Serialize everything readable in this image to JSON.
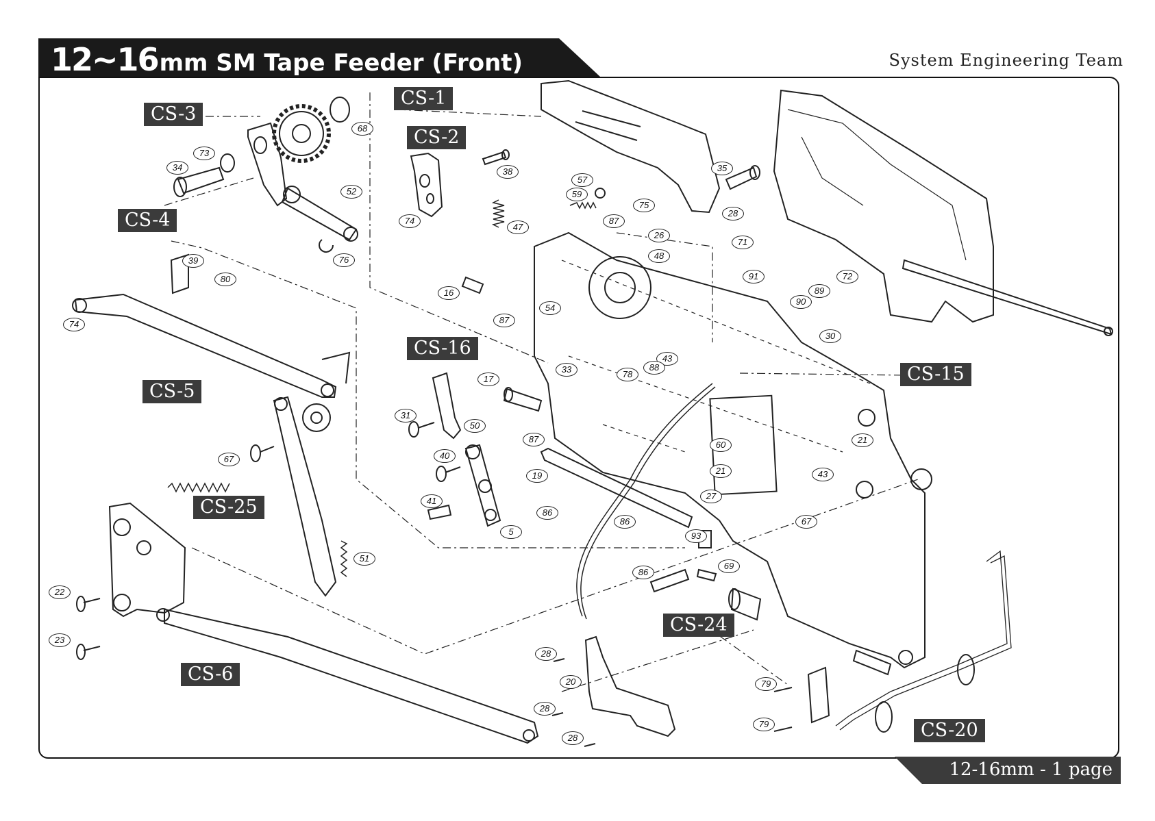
{
  "header": {
    "title_big": "12~16",
    "title_rest": "mm SM Tape Feeder (Front)",
    "team": "System Engineering Team"
  },
  "footer": {
    "page_label": "12-16mm - 1 page"
  },
  "colors": {
    "title_bg": "#1a1a1a",
    "label_bg": "#3b3b3b",
    "line": "#222222"
  },
  "callouts": [
    {
      "label": "CS-1"
    },
    {
      "label": "CS-2"
    },
    {
      "label": "CS-3"
    },
    {
      "label": "CS-4"
    },
    {
      "label": "CS-5"
    },
    {
      "label": "CS-6"
    },
    {
      "label": "CS-15"
    },
    {
      "label": "CS-16"
    },
    {
      "label": "CS-20"
    },
    {
      "label": "CS-24"
    },
    {
      "label": "CS-25"
    }
  ],
  "part_numbers": [
    "68",
    "73",
    "34",
    "52",
    "76",
    "38",
    "57",
    "59",
    "47",
    "74",
    "35",
    "75",
    "28",
    "87",
    "26",
    "71",
    "48",
    "91",
    "72",
    "89",
    "90",
    "39",
    "80",
    "74",
    "16",
    "54",
    "87",
    "30",
    "43",
    "88",
    "78",
    "33",
    "17",
    "31",
    "50",
    "87",
    "60",
    "21",
    "43",
    "40",
    "19",
    "21",
    "67",
    "86",
    "41",
    "27",
    "86",
    "5",
    "67",
    "93",
    "51",
    "69",
    "86",
    "22",
    "23",
    "28",
    "20",
    "28",
    "28",
    "79",
    "79"
  ]
}
